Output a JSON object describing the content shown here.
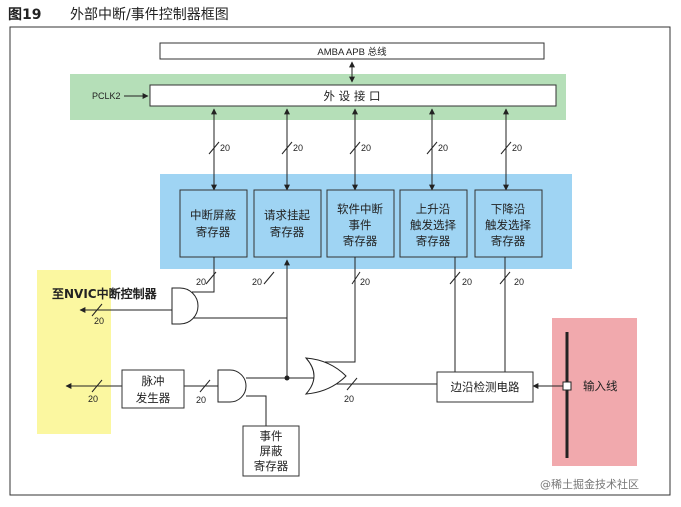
{
  "figure": {
    "number": "图19",
    "title": "外部中断/事件控制器框图"
  },
  "bus": {
    "amba_label": "AMBA APB 总线",
    "pclk_label": "PCLK2",
    "interface_label": "外 设 接 口"
  },
  "registers": [
    {
      "line1": "中断屏蔽",
      "line2": "寄存器"
    },
    {
      "line1": "请求挂起",
      "line2": "寄存器"
    },
    {
      "line1": "软件中断",
      "line2": "事件",
      "line3": "寄存器"
    },
    {
      "line1": "上升沿",
      "line2": "触发选择",
      "line3": "寄存器"
    },
    {
      "line1": "下降沿",
      "line2": "触发选择",
      "line3": "寄存器"
    }
  ],
  "bus_width": "20",
  "nvic_label": "至NVIC中断控制器",
  "pulse_generator": {
    "line1": "脉冲",
    "line2": "发生器"
  },
  "event_mask": {
    "line1": "事件",
    "line2": "屏蔽",
    "line3": "寄存器"
  },
  "edge_detect": "边沿检测电路",
  "input_line": "输入线",
  "watermark": "@稀土掘金技术社区",
  "colors": {
    "green": "#b5dfb8",
    "blue": "#9fd4f3",
    "yellow": "#fbf7a0",
    "pink": "#f1a9ad"
  }
}
